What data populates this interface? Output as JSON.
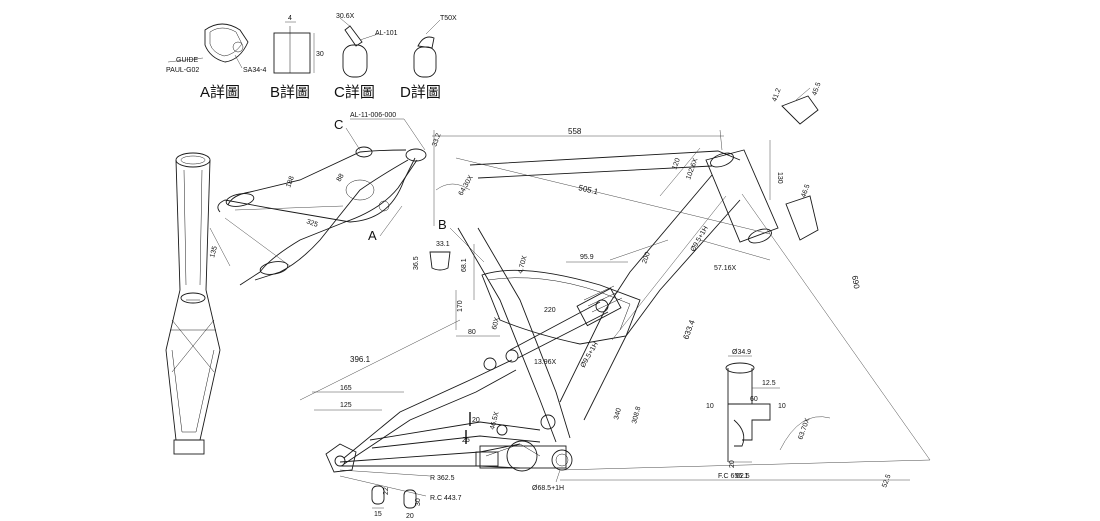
{
  "details": {
    "a_caption": "A詳圖",
    "b_caption": "B詳圖",
    "c_caption": "C詳圖",
    "d_caption": "D詳圖",
    "a_guide": "GUIDE",
    "a_part": "PAUL-G02",
    "a_code": "SA34-4",
    "b_dim_top": "4",
    "b_dim_side": "30",
    "c_angle": "30.6X",
    "c_part": "AL-101",
    "d_angle": "T50X"
  },
  "callouts": {
    "a": "A",
    "b": "B",
    "c": "C",
    "part_number": "AL-11-006-000"
  },
  "dimensions": {
    "top_length": "558",
    "top_small": "33.2",
    "top_angle": "64.30X",
    "diag_top": "505.1",
    "head_120": "120",
    "head_angle": "102.6X",
    "head_130": "130",
    "head_top_a": "41.2",
    "head_top_b": "45.5",
    "head_bot_a": "46.5",
    "rear_325": "325",
    "rear_135": "135",
    "rear_a": "88",
    "rear_b": "188",
    "seat_331": "33.1",
    "seat_365": "36.5",
    "seat_681": "68.1",
    "seat_angle": "4.70X",
    "d_959": "95.9",
    "d_200": "200",
    "d_angle_57": "57.16X",
    "d_690": "690",
    "mid_170": "170",
    "mid_80": "80",
    "mid_angle": "60X",
    "d_220": "220",
    "d_6331": "633.4",
    "shock_angle": "13.96X",
    "left_3961": "396.1",
    "left_165": "165",
    "left_125": "125",
    "left_25": "25",
    "left_20": "20",
    "left_angle": "46.5X",
    "r_3625": "R 362.5",
    "rc_4437": "R.C 443.7",
    "d_340": "340",
    "d_3088": "308.8",
    "bb_label": "Ø68.5+1H",
    "bb_15": "15",
    "bb_22": "22",
    "bb_20": "20",
    "bb_30": "30",
    "fc_6561": "F.C 656.1",
    "d_625": "62.5",
    "d_525": "52.5",
    "angle_right": "63.70X",
    "dropout_349": "Ø34.9",
    "dropout_125": "12.5",
    "dropout_60": "60",
    "dropout_10a": "10",
    "dropout_10b": "10",
    "dropout_20": "20",
    "pivot_label_1": "Ø9.5+1H",
    "pivot_label_2": "Ø9.5+1H"
  }
}
